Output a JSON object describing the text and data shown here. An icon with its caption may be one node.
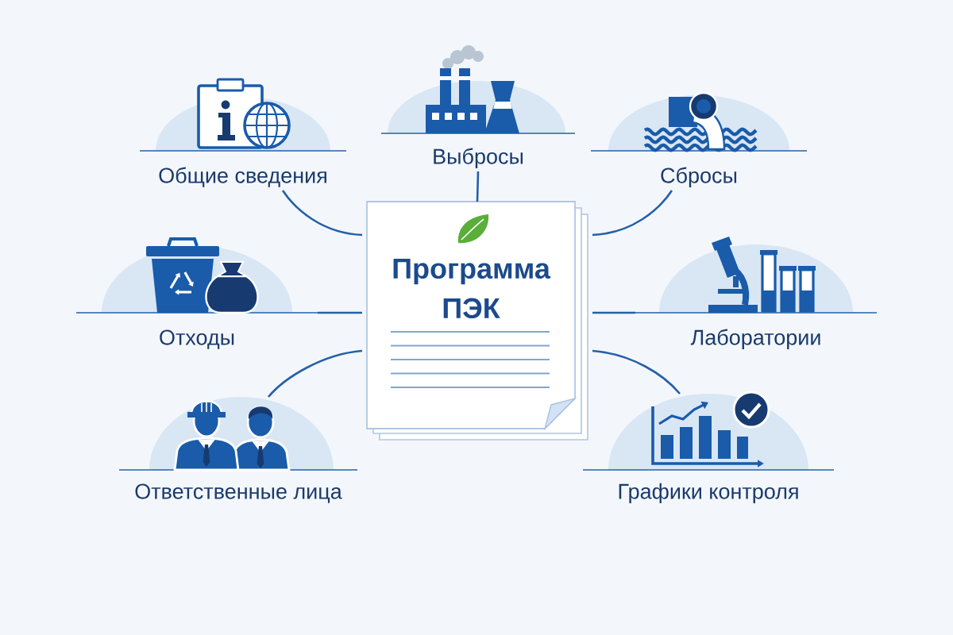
{
  "diagram": {
    "nodes": [
      {
        "text": [
          "Общие сведения"
        ]
      },
      {
        "text": [
          "Выбросы"
        ]
      },
      {
        "text": [
          "Сбросы"
        ]
      },
      {
        "text": [
          "Программа ПЭК"
        ]
      },
      {
        "text": [
          "Отходы"
        ]
      },
      {
        "text": [
          "Лаборатории"
        ]
      },
      {
        "text": [
          "Ответственные лица"
        ]
      },
      {
        "text": [
          "Графики контроля"
        ]
      }
    ],
    "edges": [
      {
        "from": 3,
        "to": 0,
        "arrow": "none"
      },
      {
        "from": 3,
        "to": 1,
        "arrow": "none"
      },
      {
        "from": 3,
        "to": 2,
        "arrow": "none"
      },
      {
        "from": 3,
        "to": 4,
        "arrow": "none"
      },
      {
        "from": 3,
        "to": 5,
        "arrow": "none"
      },
      {
        "from": 3,
        "to": 6,
        "arrow": "none"
      },
      {
        "from": 3,
        "to": 7,
        "arrow": "none"
      }
    ]
  }
}
